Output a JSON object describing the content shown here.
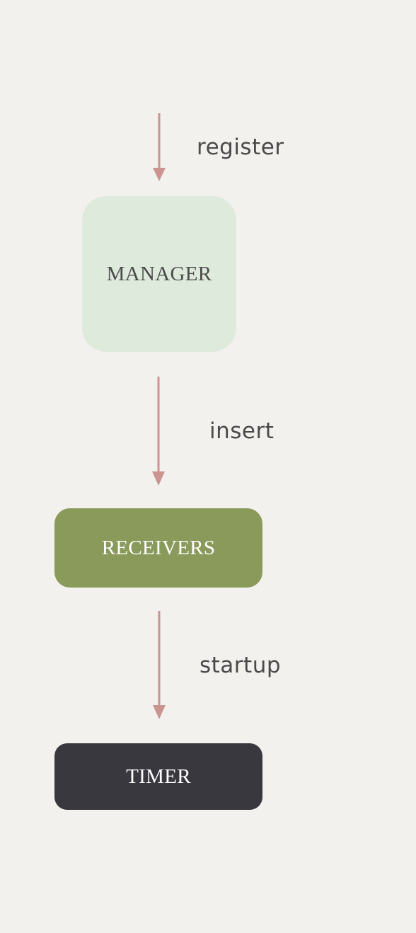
{
  "colors": {
    "background": "#f2f1ee",
    "arrow": "#cc9490",
    "label_text": "#4a4a4a",
    "manager_fill": "#deeadc",
    "manager_text": "#4b4b4b",
    "receivers_fill": "#8a9a5b",
    "receivers_text": "#ffffff",
    "timer_fill": "#3a383f",
    "timer_text": "#ffffff"
  },
  "nodes": {
    "manager": {
      "label": "MANAGER"
    },
    "receivers": {
      "label": "RECEIVERS"
    },
    "timer": {
      "label": "TIMER"
    }
  },
  "edges": {
    "register": {
      "label": "register"
    },
    "insert": {
      "label": "insert"
    },
    "startup": {
      "label": "startup"
    }
  }
}
